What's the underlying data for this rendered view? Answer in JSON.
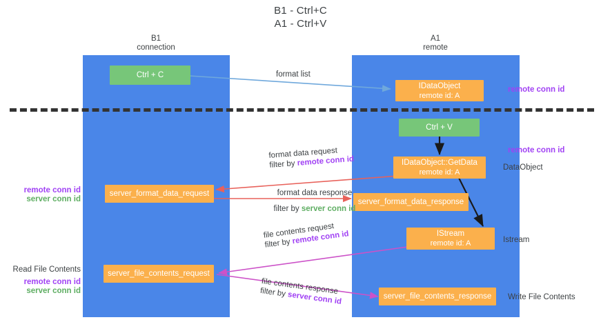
{
  "title": {
    "line1": "B1 - Ctrl+C",
    "line2": "A1 - Ctrl+V"
  },
  "columns": [
    {
      "name": "B1",
      "role": "connection"
    },
    {
      "name": "A1",
      "role": "remote"
    }
  ],
  "colors": {
    "lane": "#4a86e8",
    "green_node": "#77c679",
    "orange_node": "#fbb04c",
    "remote_conn_id": "#a142f4",
    "server_conn_id": "#5fae63",
    "arrow_format_list": "#6fa8dc",
    "arrow_format_data": "#e8615a",
    "arrow_file_contents": "#cc52c8",
    "arrow_internal": "#1a1a1a",
    "separator": "#333333"
  },
  "nodes": {
    "ctrl_c": {
      "label": "Ctrl + C"
    },
    "ctrl_v": {
      "label": "Ctrl + V"
    },
    "idataobject": {
      "label": "IDataObject",
      "sub": "remote id: A"
    },
    "idataobject_getdata": {
      "label": "IDataObject::GetData",
      "sub": "remote id: A"
    },
    "istream": {
      "label": "IStream",
      "sub": "remote id: A"
    },
    "server_format_data_request": {
      "label": "server_format_data_request"
    },
    "server_format_data_response": {
      "label": "server_format_data_response"
    },
    "server_file_contents_request": {
      "label": "server_file_contents_request"
    },
    "server_file_contents_response": {
      "label": "server_file_contents_response"
    }
  },
  "edge_labels": {
    "format_list": "format list",
    "format_data_request": "format data request",
    "format_data_request_filter_prefix": "filter by ",
    "format_data_request_filter_key": "remote conn id",
    "format_data_response": "format data response",
    "format_data_response_filter_prefix": "filter by ",
    "format_data_response_filter_key": "server conn id",
    "file_contents_request": "file contents request",
    "file_contents_request_filter_prefix": "filter by ",
    "file_contents_request_filter_key": "remote conn id",
    "file_contents_response": "file contents response",
    "file_contents_response_filter_prefix": "filter by ",
    "file_contents_response_filter_key": "server conn id"
  },
  "annotations": {
    "right_remote_conn_id_top": "remote conn id",
    "right_remote_conn_id_mid": "remote conn id",
    "right_dataobject": "DataObject",
    "right_istream": "Istream",
    "right_write_file_contents": "Write File Contents",
    "left_remote_conn_id": "remote conn id",
    "left_server_conn_id": "server conn id",
    "left_read_file_contents": "Read File Contents",
    "left_remote_conn_id_2": "remote conn id",
    "left_server_conn_id_2": "server conn id"
  }
}
